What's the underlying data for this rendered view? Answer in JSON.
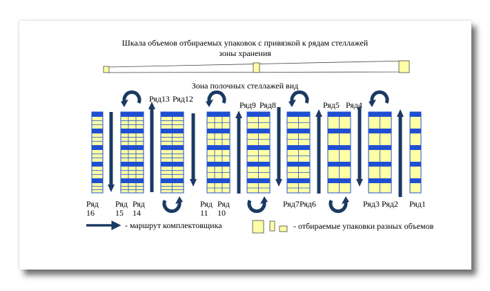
{
  "title_line1": "Шкала объемов отбираемых упаковок с привязкой к рядам стеллажей",
  "title_line2": "зоны хранения",
  "zone_title": "Зона полочных стеллажей вид",
  "row_labels": {
    "r16": [
      "Ряд",
      "16"
    ],
    "r15": [
      "Ряд",
      "15"
    ],
    "r14": [
      "Ряд",
      "14"
    ],
    "r13": "Ряд13",
    "r12": "Ряд12",
    "r11": [
      "Ряд",
      "11"
    ],
    "r10": [
      "Ряд",
      "10"
    ],
    "r9": "Ряд9",
    "r8": "Ряд8",
    "r7": "Ряд7",
    "r6": "Ряд6",
    "r5": "Ряд5",
    "r4": "Ряд4",
    "r3": "Ряд3",
    "r2": "Ряд2",
    "r1": "Ряд1"
  },
  "legend": {
    "route": "- маршрут комплектовщика",
    "packages": "- отбираемые упаковки разных объемов"
  },
  "colors": {
    "shelf_fill": "#ffffa6",
    "shelf_blue": "#1f4fd1",
    "arrow": "#1b3a63",
    "frame_shadow": "#000000"
  },
  "icons": [
    "u-turn-arrow-icon",
    "route-arrow-icon",
    "package-box-icon"
  ]
}
